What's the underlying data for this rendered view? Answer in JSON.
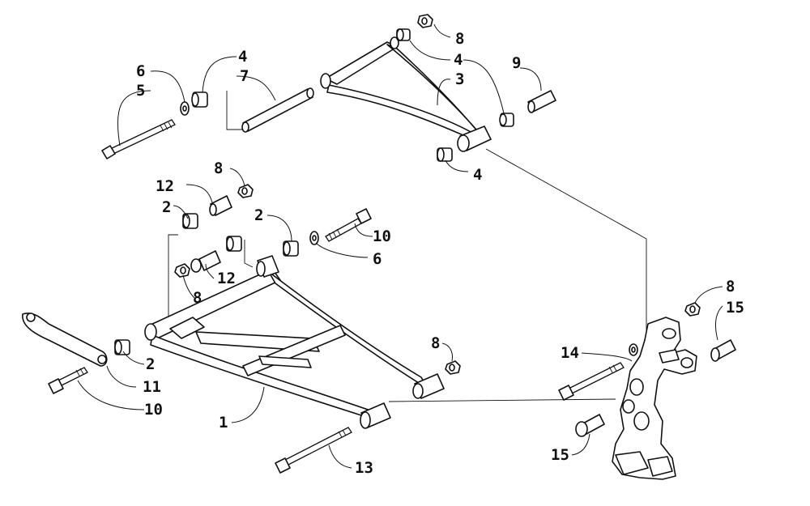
{
  "callouts": [
    {
      "id": "c8a",
      "text": "8"
    },
    {
      "id": "c4a",
      "text": "4"
    },
    {
      "id": "c9",
      "text": "9"
    },
    {
      "id": "c4b",
      "text": "4"
    },
    {
      "id": "c3",
      "text": "3"
    },
    {
      "id": "c6a",
      "text": "6"
    },
    {
      "id": "c5",
      "text": "5"
    },
    {
      "id": "c7",
      "text": "7"
    },
    {
      "id": "c4c",
      "text": "4"
    },
    {
      "id": "c8b",
      "text": "8"
    },
    {
      "id": "c12a",
      "text": "12"
    },
    {
      "id": "c2a",
      "text": "2"
    },
    {
      "id": "c2b",
      "text": "2"
    },
    {
      "id": "c10a",
      "text": "10"
    },
    {
      "id": "c6b",
      "text": "6"
    },
    {
      "id": "c12b",
      "text": "12"
    },
    {
      "id": "c8c",
      "text": "8"
    },
    {
      "id": "c8d",
      "text": "8"
    },
    {
      "id": "c15a",
      "text": "15"
    },
    {
      "id": "c8e",
      "text": "8"
    },
    {
      "id": "c14",
      "text": "14"
    },
    {
      "id": "c2c",
      "text": "2"
    },
    {
      "id": "c11",
      "text": "11"
    },
    {
      "id": "c10b",
      "text": "10"
    },
    {
      "id": "c1",
      "text": "1"
    },
    {
      "id": "c13",
      "text": "13"
    },
    {
      "id": "c15b",
      "text": "15"
    }
  ]
}
